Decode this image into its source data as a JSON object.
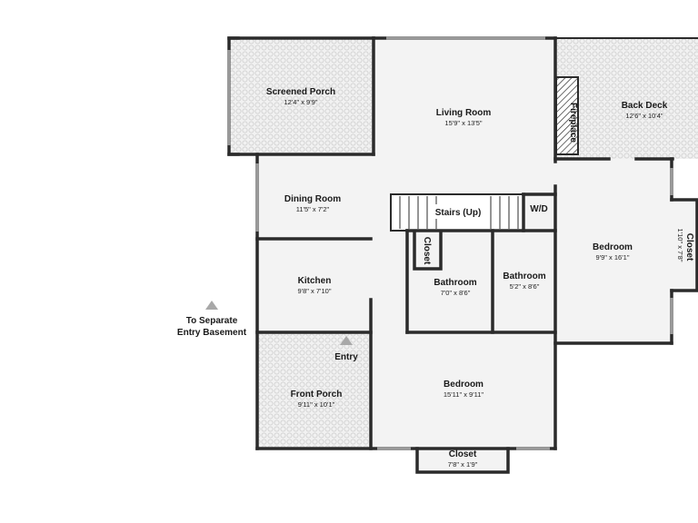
{
  "rooms": {
    "screened_porch": {
      "name": "Screened Porch",
      "dims": "12'4\" x 9'9\""
    },
    "living_room": {
      "name": "Living Room",
      "dims": "15'9\" x 13'5\""
    },
    "back_deck": {
      "name": "Back Deck",
      "dims": "12'6\" x 10'4\""
    },
    "fireplace": {
      "name": "Fireplace"
    },
    "dining_room": {
      "name": "Dining Room",
      "dims": "11'5\" x 7'2\""
    },
    "stairs": {
      "name": "Stairs (Up)"
    },
    "wd": {
      "name": "W/D"
    },
    "closet_right": {
      "name": "Closet",
      "dims": "1'10\" x 7'8\""
    },
    "bedroom_right": {
      "name": "Bedroom",
      "dims": "9'9\" x 16'1\""
    },
    "closet_small": {
      "name": "Closet"
    },
    "kitchen": {
      "name": "Kitchen",
      "dims": "9'8\" x 7'10\""
    },
    "bathroom_1": {
      "name": "Bathroom",
      "dims": "7'0\" x 8'6\""
    },
    "bathroom_2": {
      "name": "Bathroom",
      "dims": "5'2\" x 8'6\""
    },
    "front_porch": {
      "name": "Front Porch",
      "dims": "9'11\" x 10'1\""
    },
    "bedroom_bottom": {
      "name": "Bedroom",
      "dims": "15'11\" x 9'11\""
    },
    "closet_bottom": {
      "name": "Closet",
      "dims": "7'8\" x 1'9\""
    }
  },
  "labels": {
    "separate_entry_line1": "To Separate",
    "separate_entry_line2": "Entry Basement",
    "entry": "Entry"
  },
  "colors": {
    "wall": "#2b2b2b",
    "floor": "#f3f3f3",
    "porch_pattern": "#d6d6d6",
    "marker": "#a8a8a8"
  }
}
